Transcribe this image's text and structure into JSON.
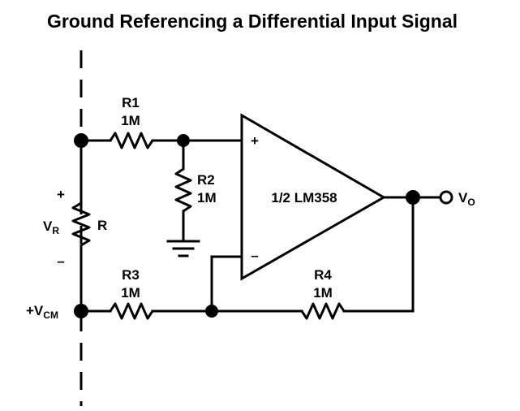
{
  "title": "Ground Referencing a Differential Input Signal",
  "components": {
    "r1": {
      "name": "R1",
      "value": "1M"
    },
    "r2": {
      "name": "R2",
      "value": "1M"
    },
    "r3": {
      "name": "R3",
      "value": "1M"
    },
    "r4": {
      "name": "R4",
      "value": "1M"
    },
    "r": {
      "name": "R"
    }
  },
  "opamp": {
    "label": "1/2 LM358",
    "plus": "+",
    "minus": "–"
  },
  "source": {
    "label_main": "V",
    "label_sub": "R",
    "plus": "+",
    "minus": "–"
  },
  "input_cm": {
    "label_main": "+V",
    "label_sub": "CM"
  },
  "output": {
    "label_main": "V",
    "label_sub": "O"
  }
}
